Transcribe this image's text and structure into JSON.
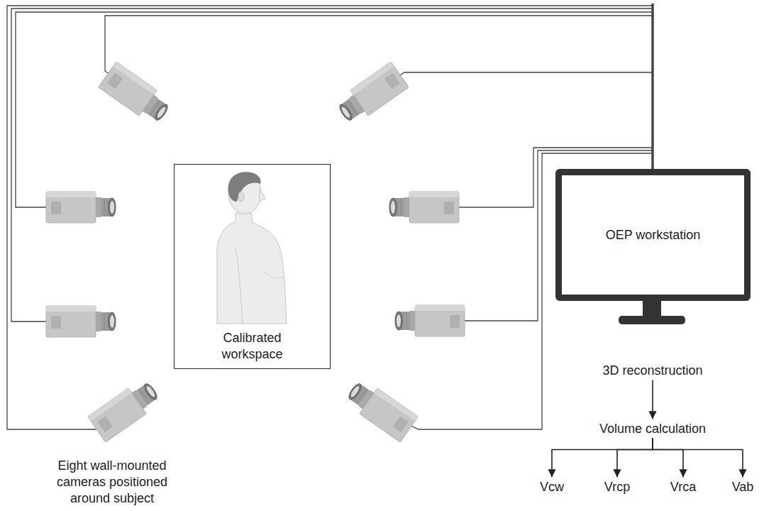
{
  "diagram": {
    "nodes": [
      {
        "text": [
          "Calibrated workspace"
        ]
      },
      {
        "text": [
          "OEP workstation"
        ]
      },
      {
        "text": [
          "3D reconstruction"
        ]
      },
      {
        "text": [
          "Volume calculation"
        ]
      },
      {
        "text": [
          "Vcw"
        ]
      },
      {
        "text": [
          "Vrcp"
        ]
      },
      {
        "text": [
          "Vrca"
        ]
      },
      {
        "text": [
          "Vab"
        ]
      }
    ],
    "edges": [
      {
        "from": 2,
        "to": 3,
        "arrow": "to"
      },
      {
        "from": 3,
        "to": 4,
        "arrow": "to"
      },
      {
        "from": 3,
        "to": 5,
        "arrow": "to"
      },
      {
        "from": 3,
        "to": 6,
        "arrow": "to"
      },
      {
        "from": 3,
        "to": 7,
        "arrow": "to"
      }
    ],
    "labels": [
      "Eight wall-mounted cameras positioned around subject"
    ]
  }
}
